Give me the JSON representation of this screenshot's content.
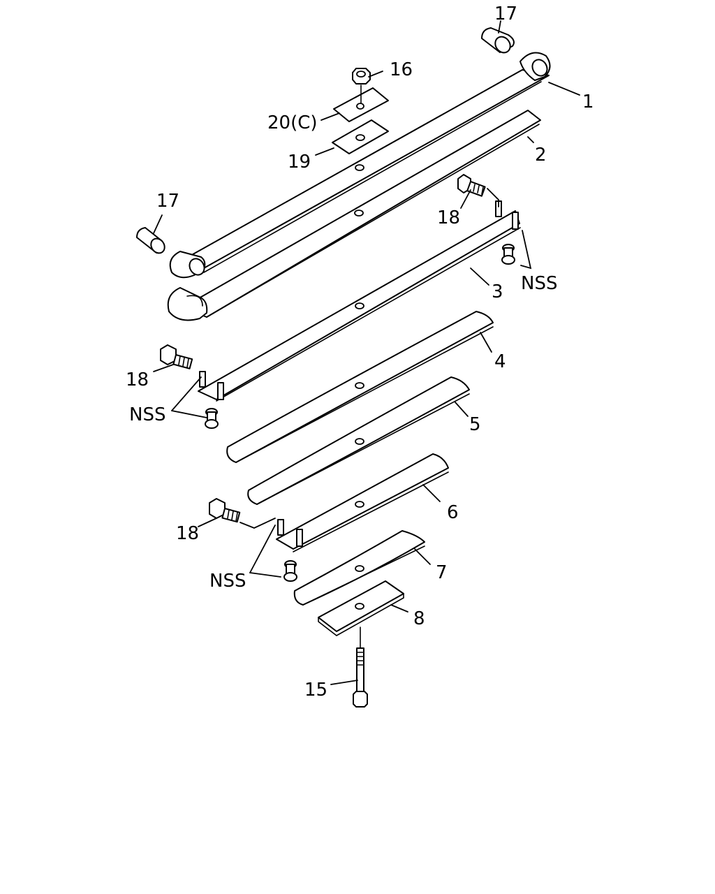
{
  "callouts": {
    "c1": "1",
    "c2": "2",
    "c3": "3",
    "c4": "4",
    "c5": "5",
    "c6": "6",
    "c7": "7",
    "c8": "8",
    "c15": "15",
    "c16": "16",
    "c17_top": "17",
    "c17_left": "17",
    "c18_upper": "18",
    "c18_mid": "18",
    "c18_lower": "18",
    "c19": "19",
    "c20": "20(C)",
    "nss_right": "NSS",
    "nss_mid": "NSS",
    "nss_lower": "NSS"
  },
  "colors": {
    "line": "#000000",
    "background": "#ffffff"
  }
}
